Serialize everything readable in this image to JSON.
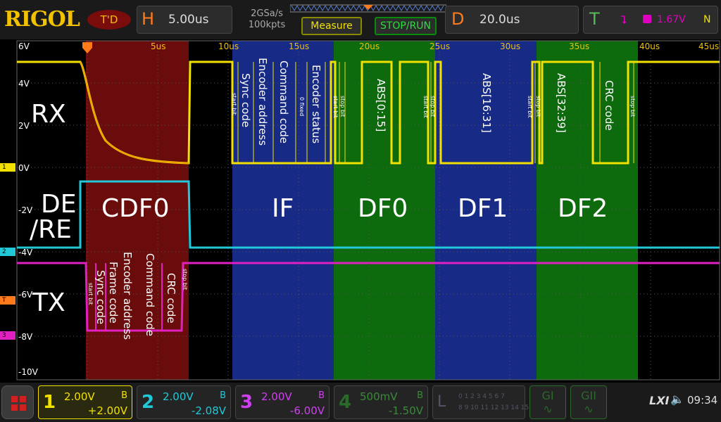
{
  "header": {
    "logo": "RIGOL",
    "td_label": "T'D",
    "horizontal": {
      "letter": "H",
      "value": "5.00us"
    },
    "sample_rate": "2GSa/s",
    "memory_depth": "100kpts",
    "measure_label": "Measure",
    "run_label": "STOP/RUN",
    "delay": {
      "letter": "D",
      "value": "20.0us"
    },
    "trigger": {
      "letter": "T",
      "edge": "⮧",
      "level": "1.67V",
      "mode": "N"
    }
  },
  "grid": {
    "volt_labels": [
      "6V",
      "4V",
      "2V",
      "0V",
      "-2V",
      "-4V",
      "-6V",
      "-8V",
      "-10V"
    ],
    "time_labels": [
      "5us",
      "10us",
      "15us",
      "20us",
      "25us",
      "30us",
      "35us",
      "40us",
      "45us"
    ],
    "signal_labels": {
      "rx": "RX",
      "de_line1": "DE",
      "de_line2": "/RE",
      "tx": "TX"
    },
    "frames": [
      "CDF0",
      "IF",
      "DF0",
      "DF1",
      "DF2"
    ],
    "rx_fields": [
      "Sync code",
      "Encoder address",
      "Command code",
      "Encoder status",
      "ABS[0:15]",
      "ABS[16:31]",
      "ABS[32:39]",
      "CRC code"
    ],
    "rx_bits": {
      "start": "start bit",
      "stop": "stop bit",
      "fixed": "0 fixed"
    },
    "tx_fields": [
      "Sync code",
      "Frame code",
      "Encoder address",
      "Command code",
      "CRC code"
    ],
    "tx_bits": {
      "start": "start bit",
      "stop": "stop bit"
    },
    "markers": {
      "ch1": "1",
      "ch2": "2",
      "trig": "T",
      "ch3": "3"
    }
  },
  "footer": {
    "channels": [
      {
        "num": "1",
        "scale": "2.00V",
        "bw": "B",
        "offset": "+2.00V",
        "color": "#f2e100"
      },
      {
        "num": "2",
        "scale": "2.00V",
        "bw": "B",
        "offset": "-2.08V",
        "color": "#22c8d8"
      },
      {
        "num": "3",
        "scale": "2.00V",
        "bw": "B",
        "offset": "-6.00V",
        "color": "#d040f0"
      },
      {
        "num": "4",
        "scale": "500mV",
        "bw": "B",
        "offset": "-1.50V",
        "color": "#2a6a2a"
      }
    ],
    "la": {
      "letter": "L",
      "row1": "0 1 2 3  4 5 6 7",
      "row2": "8 9 10 11 12 13 14 15"
    },
    "generators": [
      "GI",
      "GII"
    ],
    "lxi": "LXI",
    "time": "09:34"
  }
}
